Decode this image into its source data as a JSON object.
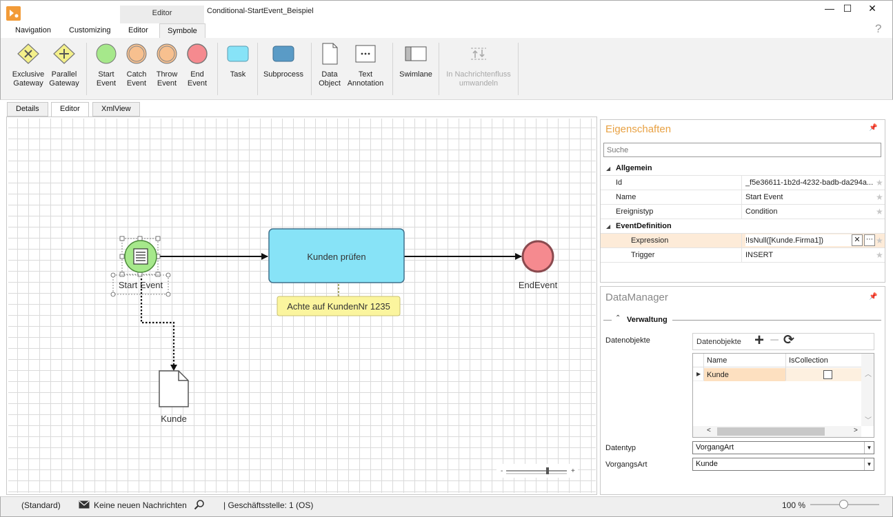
{
  "window": {
    "title": "Conditional-StartEvent_Beispiel",
    "context_tab_caption": "Editor",
    "minimize": "—",
    "maximize": "☐",
    "close": "✕",
    "help": "?"
  },
  "menu_tabs": [
    {
      "label": "Navigation"
    },
    {
      "label": "Customizing"
    },
    {
      "label": "Editor"
    },
    {
      "label": "Symbole",
      "active": true
    }
  ],
  "ribbon": {
    "exclusive_gateway": "Exclusive\nGateway",
    "parallel_gateway": "Parallel\nGateway",
    "start_event": "Start\nEvent",
    "catch_event": "Catch\nEvent",
    "throw_event": "Throw\nEvent",
    "end_event": "End\nEvent",
    "task": "Task",
    "subprocess": "Subprocess",
    "data_object": "Data\nObject",
    "text_annotation": "Text\nAnnotation",
    "swimlane": "Swimlane",
    "convert_message_flow": "In Nachrichtenfluss\numwandeln"
  },
  "doc_tabs": [
    {
      "label": "Details"
    },
    {
      "label": "Editor",
      "active": true
    },
    {
      "label": "XmlView"
    }
  ],
  "diagram": {
    "start_event_label": "Start Event",
    "task_label": "Kunden prüfen",
    "end_event_label": "EndEvent",
    "annotation_text": "Achte auf KundenNr 1235",
    "data_object_label": "Kunde",
    "zoom_minus": "-",
    "zoom_plus": "+"
  },
  "properties": {
    "title": "Eigenschaften",
    "pin": "📌",
    "search_placeholder": "Suche",
    "cat_general": "Allgemein",
    "rows_general": [
      {
        "name": "Id",
        "value": "_f5e36611-1b2d-4232-badb-da294a..."
      },
      {
        "name": "Name",
        "value": "Start Event"
      },
      {
        "name": "Ereignistyp",
        "value": "Condition"
      }
    ],
    "cat_eventdef": "EventDefinition",
    "rows_eventdef": [
      {
        "name": "Expression",
        "value": "!IsNull([Kunde.Firma1])"
      },
      {
        "name": "Trigger",
        "value": "INSERT"
      }
    ],
    "clear_btn": "✕",
    "ellipsis_btn": "⋯"
  },
  "datamanager": {
    "title": "DataManager",
    "pin": "📌",
    "section": "Verwaltung",
    "datenobjekte_label": "Datenobjekte",
    "toolbar_label": "Datenobjekte",
    "add_btn": "+",
    "remove_btn": "−",
    "refresh_btn": "⟳",
    "col_name": "Name",
    "col_iscollection": "IsCollection",
    "rows": [
      {
        "name": "Kunde",
        "is_collection": false
      }
    ],
    "datentyp_label": "Datentyp",
    "datentyp_value": "VorgangArt",
    "vorgangsart_label": "VorgangsArt",
    "vorgangsart_value": "Kunde"
  },
  "statusbar": {
    "profile": "(Standard)",
    "messages": "Keine neuen Nachrichten",
    "branch_label": "| Geschäftsstelle:",
    "branch_value": "1 (OS)",
    "zoom": "100 %"
  },
  "colors": {
    "accent_orange": "#e8a143",
    "event_start": "#a6e88b",
    "event_catch_throw": "#f7c08f",
    "event_end": "#f58a8f",
    "task_fill": "#87e3f7",
    "annotation_fill": "#fbf59e"
  }
}
